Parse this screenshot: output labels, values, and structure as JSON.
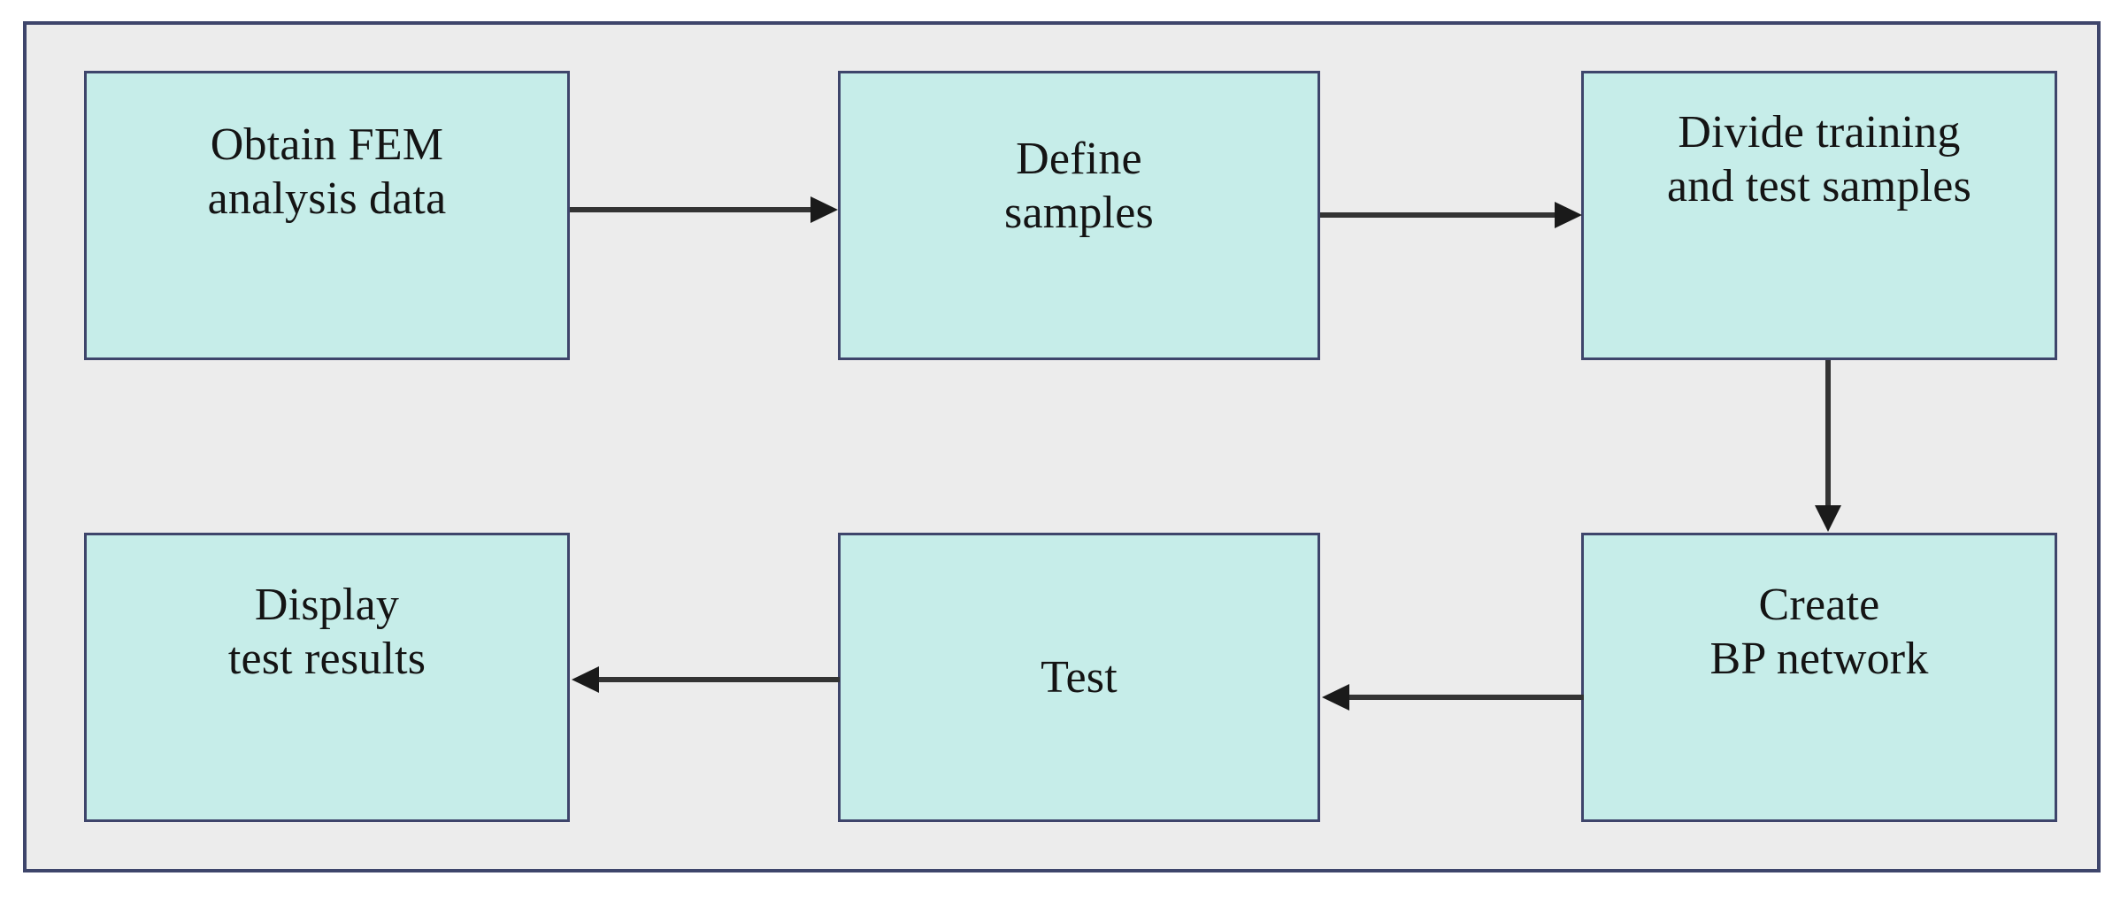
{
  "diagram": {
    "type": "flowchart",
    "orientation": "horizontal-serpentine",
    "background_color": "#ececec",
    "frame_border_color": "#3e456b",
    "node_fill_color": "#c6ede9",
    "node_border_color": "#3e456b",
    "connector_color": "#333333",
    "text_color": "#141414",
    "nodes": [
      {
        "id": "obtain-fem",
        "row": 1,
        "column": 1,
        "lines": [
          "Obtain FEM",
          "analysis data"
        ],
        "text": "Obtain FEM analysis data"
      },
      {
        "id": "define-samples",
        "row": 1,
        "column": 2,
        "lines": [
          "Define",
          "samples"
        ],
        "text": "Define samples"
      },
      {
        "id": "divide-samples",
        "row": 1,
        "column": 3,
        "lines": [
          "Divide training",
          "and test samples"
        ],
        "text": "Divide training and test samples"
      },
      {
        "id": "create-bp-network",
        "row": 2,
        "column": 3,
        "lines": [
          "Create",
          "BP network"
        ],
        "text": "Create BP network"
      },
      {
        "id": "test",
        "row": 2,
        "column": 2,
        "lines": [
          "Test"
        ],
        "text": "Test"
      },
      {
        "id": "display-results",
        "row": 2,
        "column": 1,
        "lines": [
          "Display",
          "test results"
        ],
        "text": "Display test results"
      }
    ],
    "edges": [
      {
        "id": "obtain-to-define",
        "from": "obtain-fem",
        "to": "define-samples",
        "direction": "right"
      },
      {
        "id": "define-to-divide",
        "from": "define-samples",
        "to": "divide-samples",
        "direction": "right"
      },
      {
        "id": "divide-to-create",
        "from": "divide-samples",
        "to": "create-bp-network",
        "direction": "down"
      },
      {
        "id": "create-to-test",
        "from": "create-bp-network",
        "to": "test",
        "direction": "left"
      },
      {
        "id": "test-to-display",
        "from": "test",
        "to": "display-results",
        "direction": "left"
      }
    ]
  }
}
